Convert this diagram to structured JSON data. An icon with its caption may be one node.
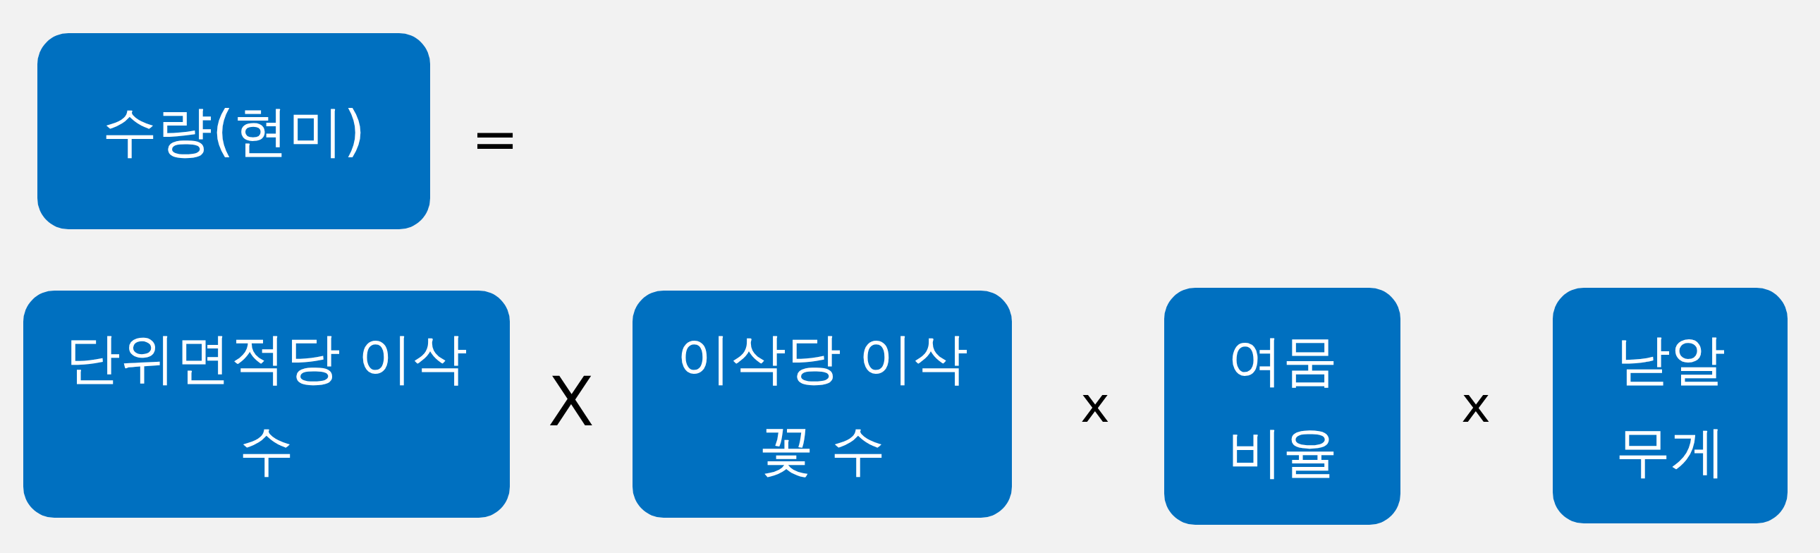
{
  "diagram": {
    "nodes": [
      {
        "text": [
          "수량(현미)"
        ]
      },
      {
        "text": [
          "단위면적당 이삭수"
        ]
      },
      {
        "text": [
          "이삭당 이삭꽃 수"
        ]
      },
      {
        "text": [
          "여뭄 비율"
        ]
      },
      {
        "text": [
          "낟알 무게"
        ]
      }
    ],
    "labels": [
      "=",
      "X",
      "x",
      "x"
    ]
  }
}
